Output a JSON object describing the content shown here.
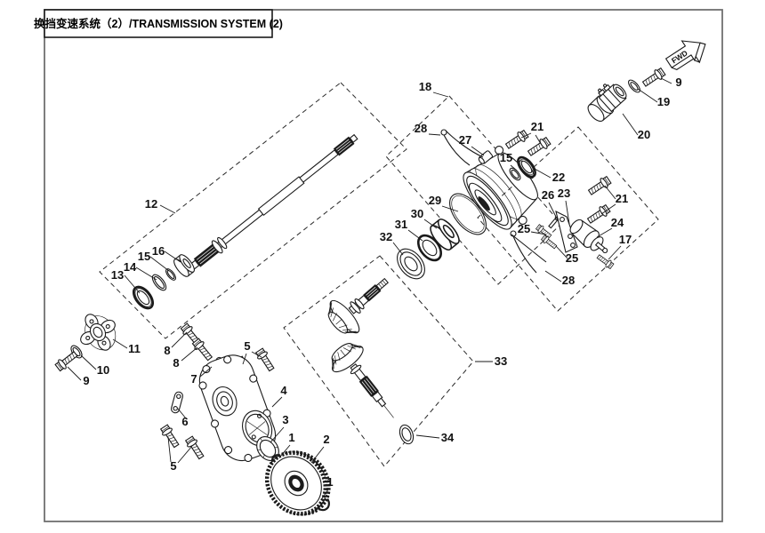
{
  "page": {
    "title": "换挡变速系统（2）/TRANSMISSION SYSTEM (2)",
    "direction_indicator": "FWD"
  },
  "diagram": {
    "type": "exploded-parts-diagram",
    "part_count": 34,
    "grouped_assemblies": [
      "12",
      "18",
      "33"
    ],
    "callouts": [
      "12",
      "13",
      "14",
      "15",
      "16",
      "11",
      "10",
      "9",
      "8",
      "8",
      "7",
      "6",
      "5",
      "5",
      "4",
      "3",
      "1",
      "2",
      "1",
      "33",
      "34",
      "18",
      "28",
      "27",
      "15",
      "21",
      "22",
      "29",
      "30",
      "31",
      "32",
      "26",
      "23",
      "21",
      "24",
      "17",
      "25",
      "25",
      "28",
      "20",
      "19",
      "9"
    ]
  }
}
